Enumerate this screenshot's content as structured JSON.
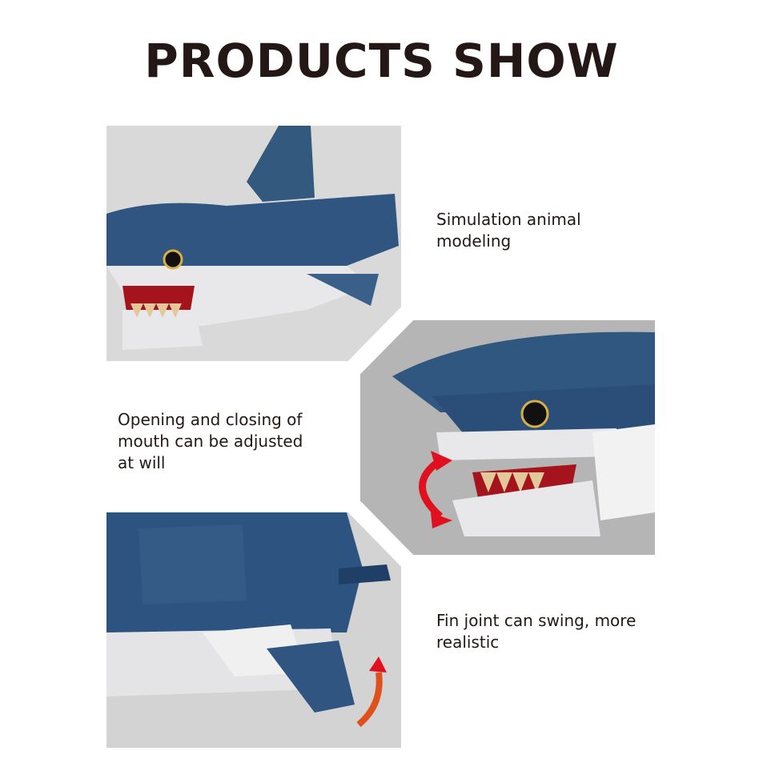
{
  "title": "PRODUCTS SHOW",
  "features": [
    {
      "caption_lines": [
        "Simulation animal",
        "modeling"
      ]
    },
    {
      "caption_lines": [
        "Opening and closing of",
        "mouth can be adjusted",
        "at will"
      ]
    },
    {
      "caption_lines": [
        "Fin joint can swing, more",
        "realistic"
      ]
    }
  ],
  "colors": {
    "shark_blue": "#2f5580",
    "shark_white": "#e8e8ea",
    "mouth_red": "#a5141d",
    "arrow_red": "#e0101e",
    "arrow_orange": "#e0501a"
  }
}
